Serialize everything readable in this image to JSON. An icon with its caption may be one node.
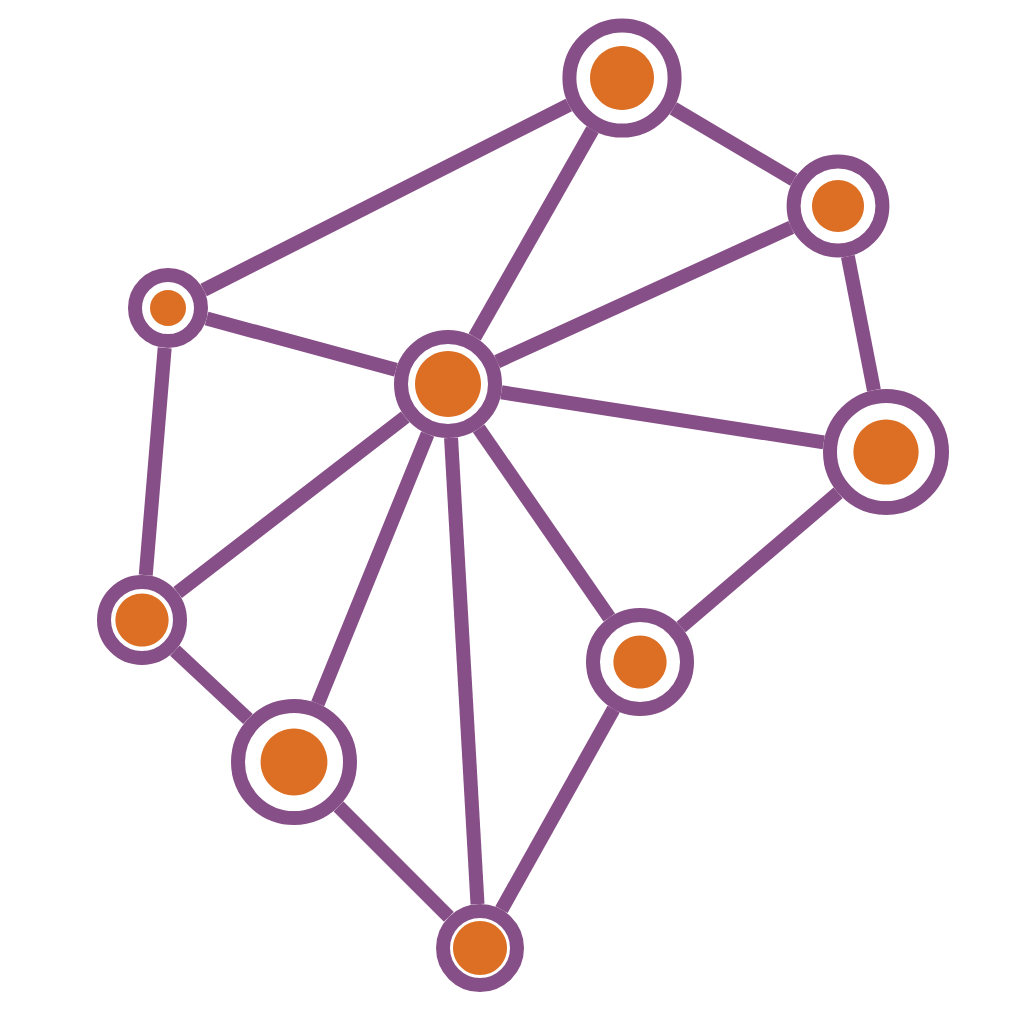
{
  "diagram": {
    "nodes": [
      {
        "text": [],
        "shape": "circle"
      },
      {
        "text": [],
        "shape": "circle"
      },
      {
        "text": [],
        "shape": "circle"
      },
      {
        "text": [],
        "shape": "circle"
      },
      {
        "text": [],
        "shape": "circle"
      },
      {
        "text": [],
        "shape": "circle"
      },
      {
        "text": [],
        "shape": "circle"
      },
      {
        "text": [],
        "shape": "circle"
      },
      {
        "text": [],
        "shape": "circle"
      }
    ],
    "edges": [
      {
        "from": 0,
        "to": 1,
        "arrow": "none"
      },
      {
        "from": 0,
        "to": 2,
        "arrow": "none"
      },
      {
        "from": 0,
        "to": 3,
        "arrow": "none"
      },
      {
        "from": 1,
        "to": 3,
        "arrow": "none"
      },
      {
        "from": 1,
        "to": 4,
        "arrow": "none"
      },
      {
        "from": 2,
        "to": 3,
        "arrow": "none"
      },
      {
        "from": 2,
        "to": 5,
        "arrow": "none"
      },
      {
        "from": 3,
        "to": 4,
        "arrow": "none"
      },
      {
        "from": 3,
        "to": 5,
        "arrow": "none"
      },
      {
        "from": 3,
        "to": 7,
        "arrow": "none"
      },
      {
        "from": 3,
        "to": 8,
        "arrow": "none"
      },
      {
        "from": 3,
        "to": 6,
        "arrow": "none"
      },
      {
        "from": 4,
        "to": 6,
        "arrow": "none"
      },
      {
        "from": 5,
        "to": 7,
        "arrow": "none"
      },
      {
        "from": 7,
        "to": 8,
        "arrow": "none"
      },
      {
        "from": 6,
        "to": 8,
        "arrow": "none"
      }
    ]
  }
}
